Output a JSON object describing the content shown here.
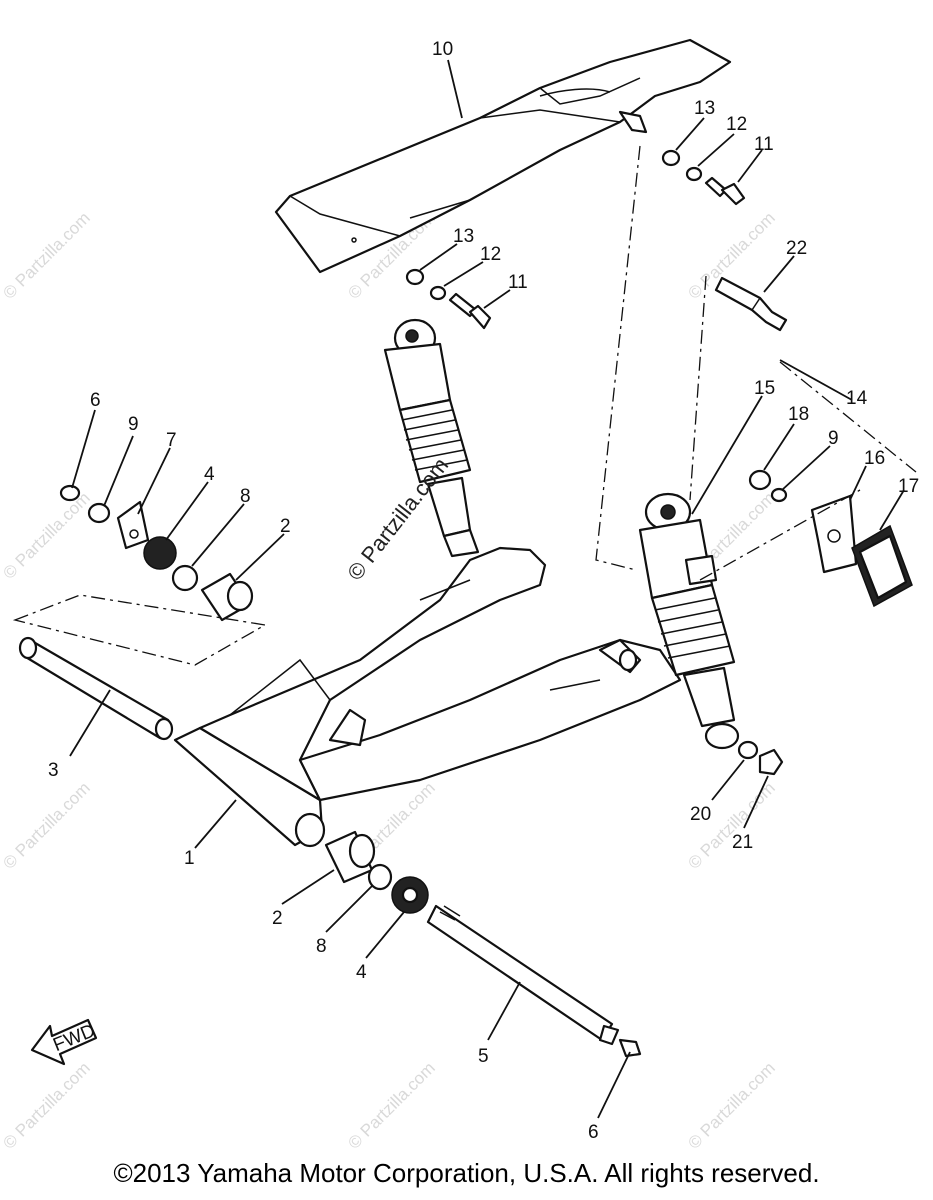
{
  "diagram": {
    "callouts": [
      "10",
      "13",
      "12",
      "11",
      "13",
      "12",
      "11",
      "22",
      "15",
      "18",
      "14",
      "9",
      "16",
      "17",
      "6",
      "9",
      "7",
      "4",
      "8",
      "2",
      "3",
      "1",
      "2",
      "8",
      "4",
      "5",
      "6",
      "20",
      "21"
    ],
    "watermark_text": "© Partzilla.com",
    "fwd_label": "FWD"
  },
  "footer": {
    "copyright": "©2013  Yamaha Motor Corporation, U.S.A. All rights reserved."
  }
}
